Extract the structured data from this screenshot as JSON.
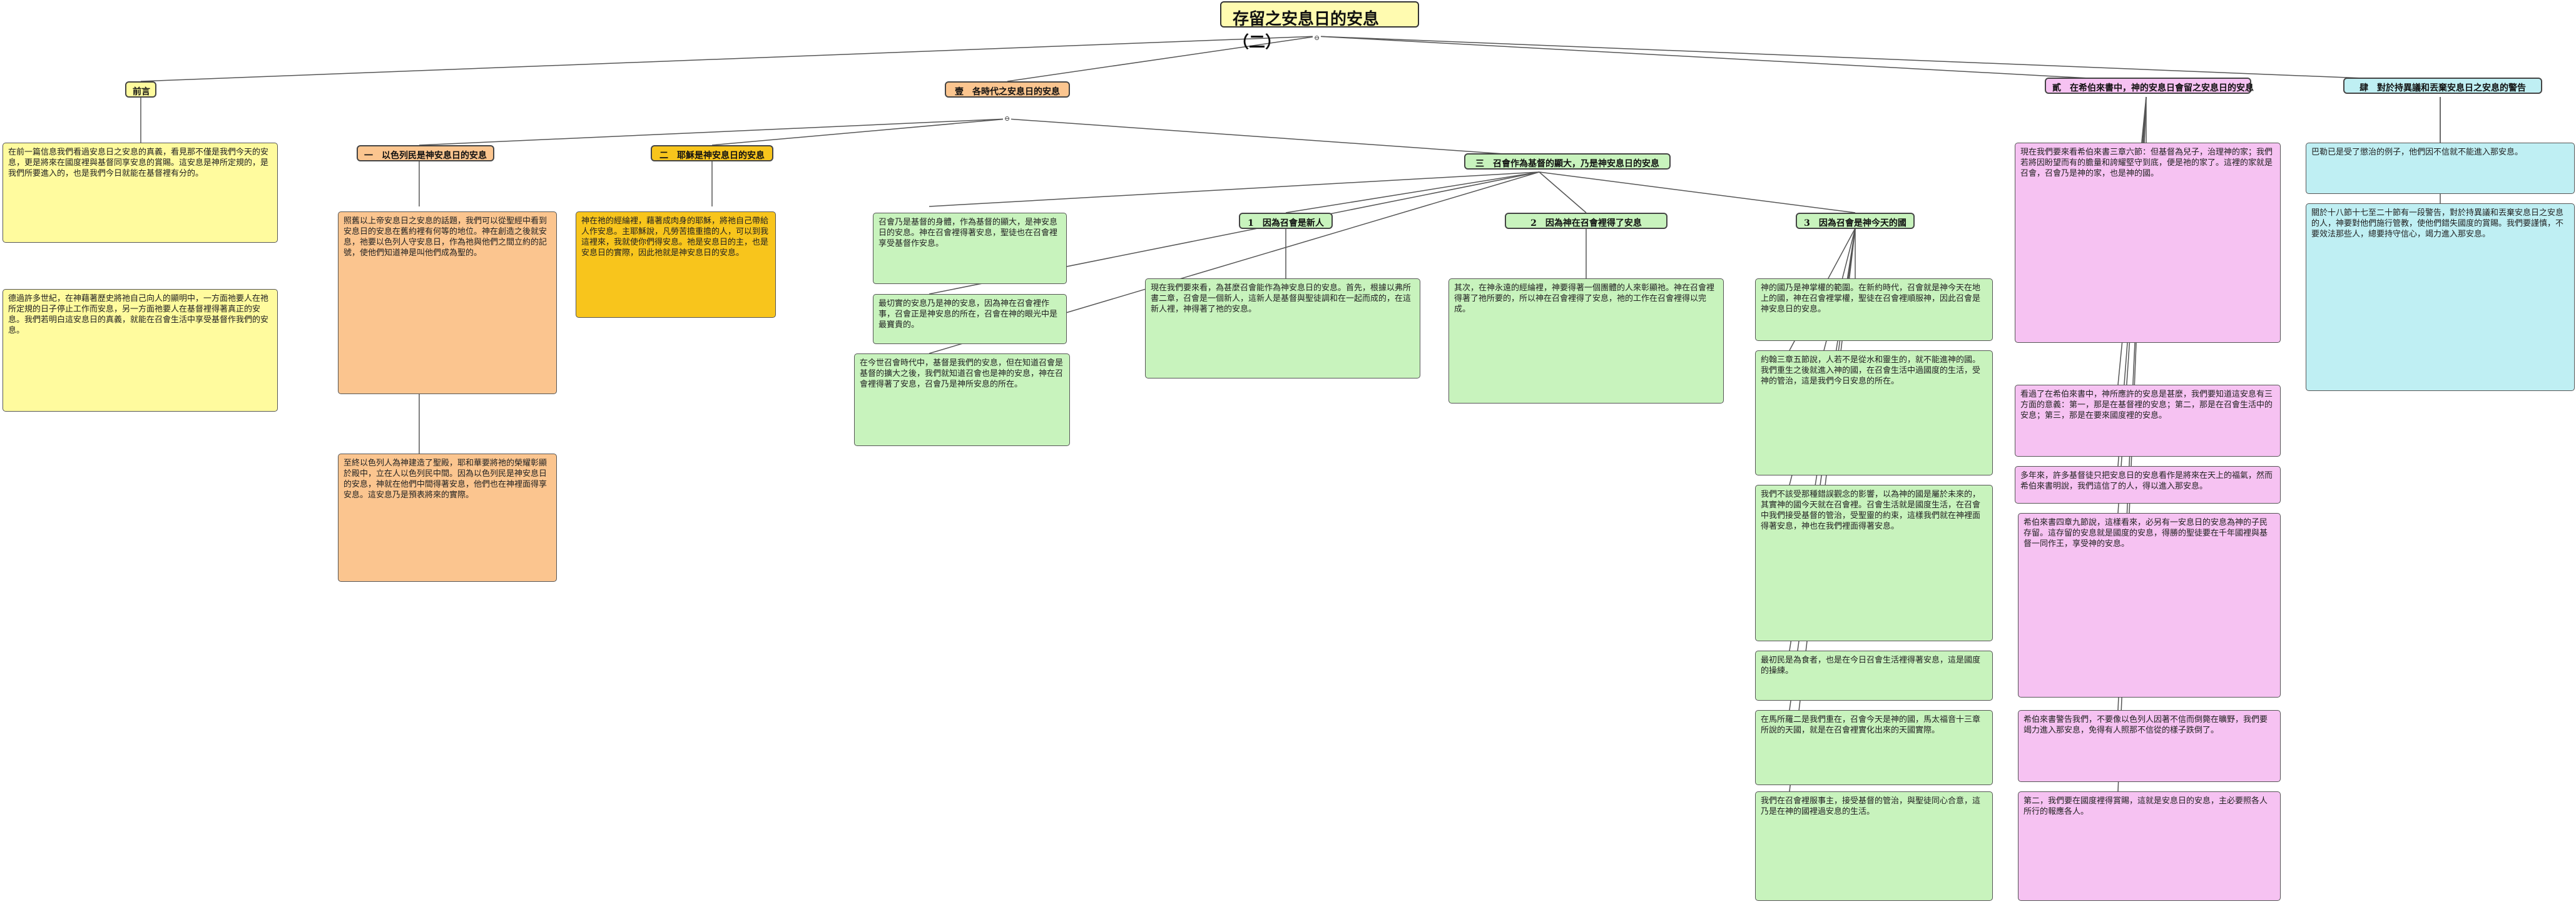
{
  "title": "存留之安息日的安息（二）",
  "glyph": "⊖",
  "headers": {
    "intro": "前言",
    "age": "壹　各時代之安息日的安息",
    "age_1": "一　以色列民是神安息日的安息",
    "age_2": "二　耶穌是神安息日的安息",
    "age_3": "三　召會作為基督的顯大，乃是神安息日的安息",
    "age_3_1": "1　因為召會是新人",
    "age_3_2": "2　因為神在召會裡得了安息",
    "age_3_3": "3　因為召會是神今天的國",
    "kingdom": "貳　在希伯來書中，神的安息日會留之安息日的安息",
    "gospel": "肆　對於持異議和丟棄安息日之安息的警告"
  },
  "texts": {
    "intro_a": "在前一篇信息我們看過安息日之安息的真義，看見那不僅是我們今天的安息，更是將來在國度裡與基督同享安息的賞賜。這安息是神所定規的，是我們所要進入的，也是我們今日就能在基督裡有分的。",
    "intro_b": "德過許多世紀，在神藉著歷史將祂自己向人的顯明中，一方面祂要人在祂所定規的日子停止工作而安息，另一方面祂要人在基督裡得著真正的安息。我們若明白這安息日的真義，就能在召會生活中享受基督作我們的安息。",
    "age_1_a": "照舊以上帝安息日之安息的話題，我們可以從聖經中看到安息日的安息在舊約裡有何等的地位。神在創造之後就安息，祂要以色列人守安息日，作為祂與他們之間立約的記號，使他們知道神是叫他們成為聖的。",
    "age_1_b": "至終以色列人為神建造了聖殿，耶和華要將祂的榮耀彰顯於殿中，立在人以色列民中間。因為以色列民是神安息日的安息，神就在他們中間得著安息，他們也在神裡面得享安息。這安息乃是預表將來的實際。",
    "age_2_a": "神在祂的經綸裡，藉著成肉身的耶穌，將祂自己帶給人作安息。主耶穌說，凡勞苦擔重擔的人，可以到我這裡來，我就使你們得安息。祂是安息日的主，也是安息日的實際，因此祂就是神安息日的安息。",
    "age_3_a": "召會乃是基督的身體，作為基督的顯大，是神安息日的安息。神在召會裡得著安息，聖徒也在召會裡享受基督作安息。",
    "age_3_b": "最切實的安息乃是神的安息，因為神在召會裡作事，召會正是神安息的所在，召會在神的眼光中是最寶貴的。",
    "age_3_c": "在今世召會時代中，基督是我們的安息，但在知道召會是基督的擴大之後，我們就知道召會也是神的安息，神在召會裡得著了安息，召會乃是神所安息的所在。",
    "new_man_a": "現在我們要來看，為甚麼召會能作為神安息日的安息。首先，根據以弗所書二章，召會是一個新人，這新人是基督與聖徒調和在一起而成的，在這新人裡，神得著了祂的安息。",
    "rest_a": "其次，在神永遠的經綸裡，神要得著一個團體的人來彰顯祂。神在召會裡得著了祂所要的，所以神在召會裡得了安息，祂的工作在召會裡得以完成。",
    "kingdom_1": "神的國乃是神掌權的範圍。在新約時代，召會就是神今天在地上的國，神在召會裡掌權，聖徒在召會裡順服神，因此召會是神安息日的安息。",
    "kingdom_2": "約翰三章五節說，人若不是從水和靈生的，就不能進神的國。我們重生之後就進入神的國，在召會生活中過國度的生活，受神的管治，這是我們今日安息的所在。",
    "kingdom_3": "我們不該受那種錯誤觀念的影響，以為神的國是屬於未來的，其實神的國今天就在召會裡。召會生活就是國度生活，在召會中我們接受基督的管治，受聖靈的約束，這樣我們就在神裡面得著安息，神也在我們裡面得著安息。",
    "kingdom_4": "最初民是為食者，也是在今日召會生活裡得著安息，這是國度的操練。",
    "kingdom_5": "在馬所羅二是我們重在，召會今天是神的國，馬太福音十三章所說的天國，就是在召會裡實化出來的天國實際。",
    "kingdom_6": "我們在召會裡服事主，接受基督的管治，與聖徒同心合意，這乃是在神的國裡過安息的生活。",
    "heb_1": "現在我們要來看希伯來書三章六節：但基督為兒子，治理神的家；我們若將因盼望而有的膽量和誇耀堅守到底，便是祂的家了。這裡的家就是召會，召會乃是神的家，也是神的國。",
    "heb_2": "看過了在希伯來書中，神所應許的安息是甚麼，我們要知道這安息有三方面的意義：第一，那是在基督裡的安息；第二，那是在召會生活中的安息；第三，那是在要來國度裡的安息。",
    "heb_3": "多年來，許多基督徒只把安息日的安息看作是將來在天上的福氣，然而希伯來書明說，我們這信了的人，得以進入那安息。",
    "heb_4": "希伯來書四章九節說，這樣看來，必另有一安息日的安息為神的子民存留。這存留的安息就是國度的安息，得勝的聖徒要在千年國裡與基督一同作王，享受神的安息。",
    "heb_5": "希伯來書警告我們，不要像以色列人因著不信而倒斃在曠野，我們要竭力進入那安息，免得有人照那不信從的樣子跌倒了。",
    "heb_6": "第二，我們要在國度裡得賞賜，這就是安息日的安息，主必要照各人所行的報應各人。",
    "gospel_1": "巴勒已是受了懲治的例子，他們因不信就不能進入那安息。",
    "gospel_2": "關於十八節十七至二十節有一段警告，對於持異議和丟棄安息日之安息的人，神要對他們施行管教，使他們錯失國度的賞賜。我們要謹慎，不要效法那些人，總要持守信心，竭力進入那安息。"
  },
  "colors": {
    "yellow": "#fffb9e",
    "orange": "#fbc58f",
    "gold": "#f8c51c",
    "green": "#c8f3bd",
    "pink": "#f6c2f2",
    "cyan": "#bfeff3"
  }
}
